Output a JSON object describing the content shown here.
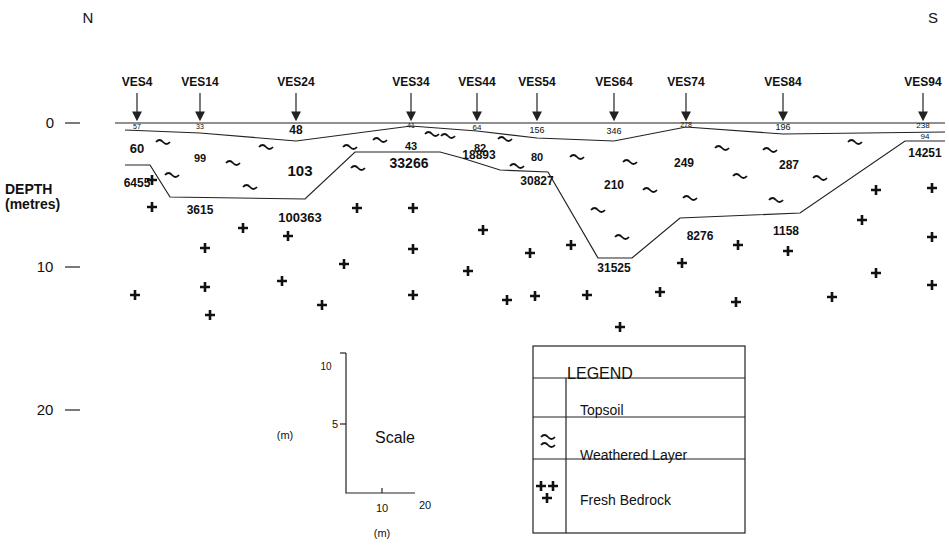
{
  "diagram": {
    "labels": [
      "N",
      "S",
      "VES4",
      "VES14",
      "VES24",
      "VES34",
      "VES44",
      "VES54",
      "VES64",
      "VES74",
      "VES84",
      "VES94",
      "57",
      "60",
      "6455",
      "33",
      "99",
      "3615",
      "48",
      "103",
      "100363",
      "41",
      "43",
      "33266",
      "64",
      "82",
      "18893",
      "156",
      "80",
      "30827",
      "346",
      "210",
      "31525",
      "278",
      "249",
      "8276",
      "196",
      "287",
      "1158",
      "238",
      "94",
      "14251",
      "0",
      "10",
      "20",
      "DEPTH (metres)",
      "10",
      "5",
      "(m)",
      "Scale",
      "10",
      "20",
      "(m)",
      "LEGEND"
    ],
    "legend": [
      {
        "text": "Topsoil"
      },
      {
        "text": "Weathered Layer"
      },
      {
        "text": "Fresh Bedrock"
      }
    ]
  }
}
